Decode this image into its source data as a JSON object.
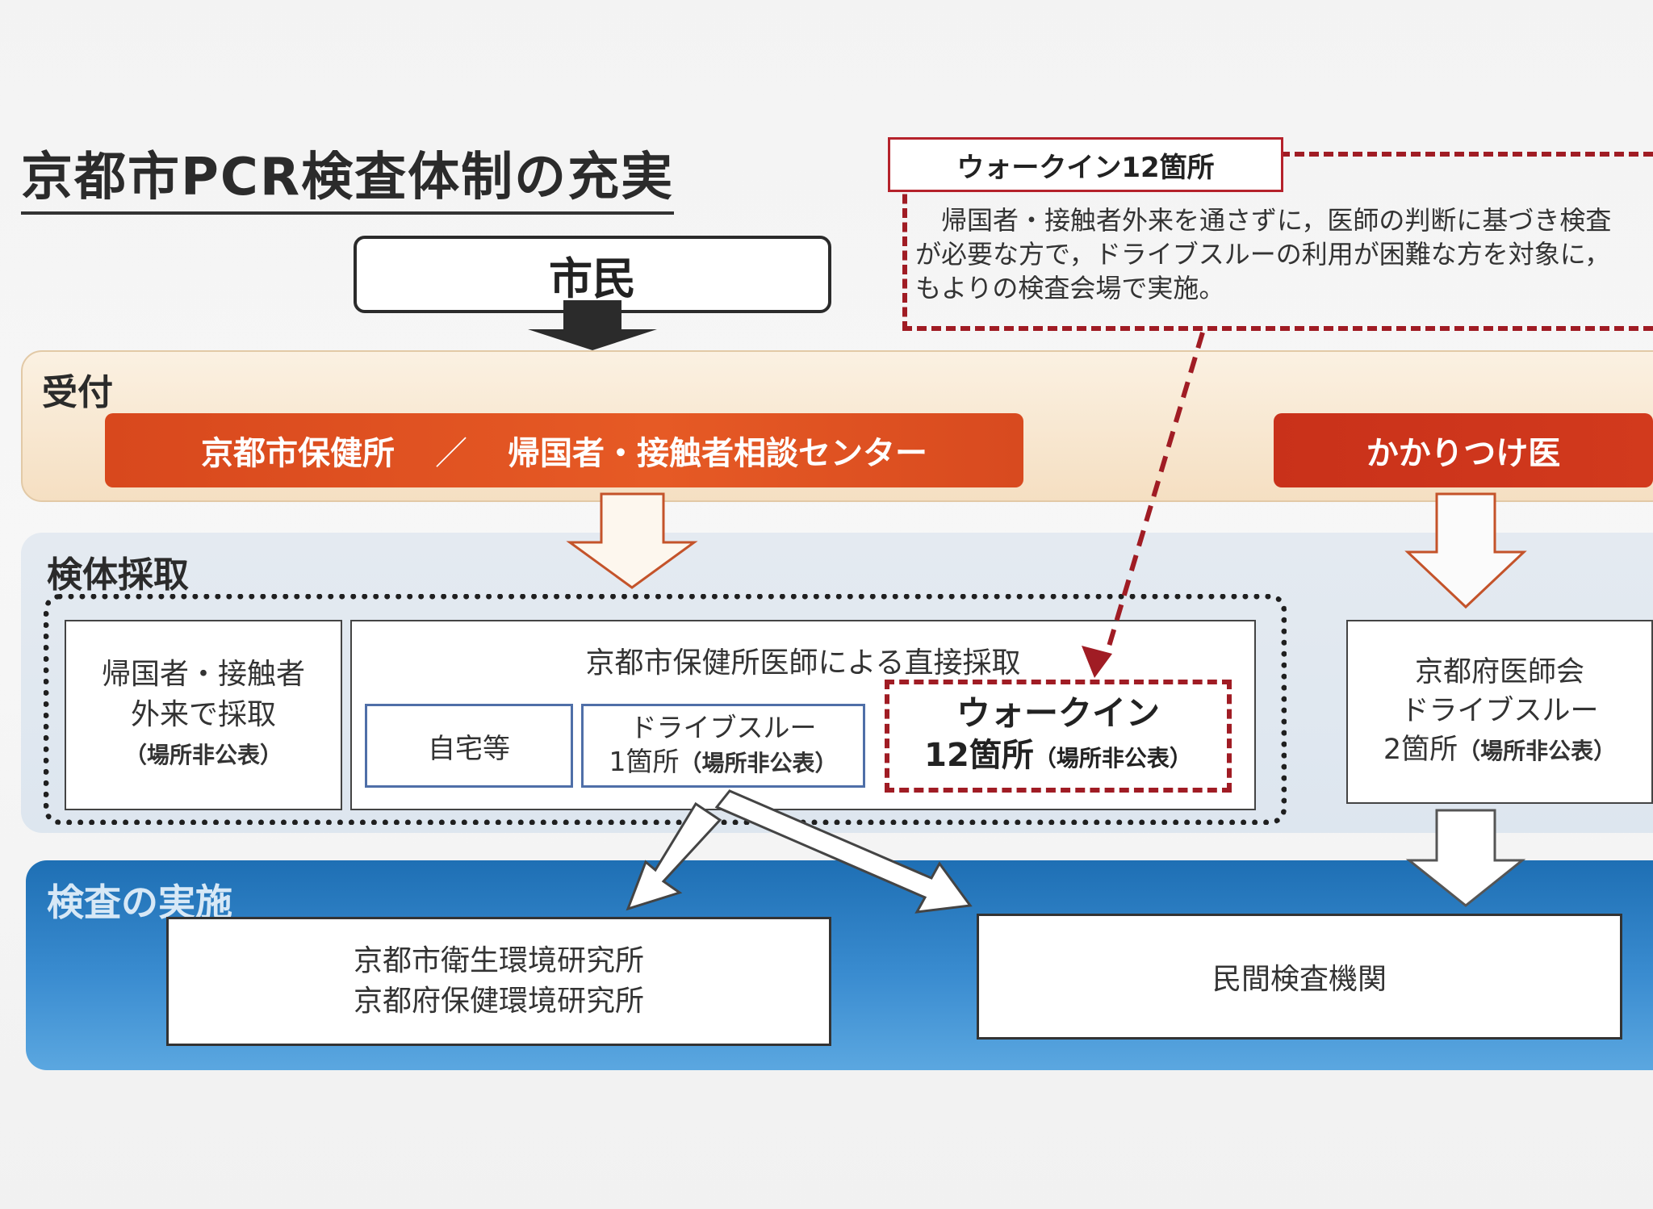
{
  "title": "京都市PCR検査体制の充実",
  "citizen": "市民",
  "walkin_note": {
    "tab": "ウォークイン12箇所",
    "description": "帰国者・接触者外来を通さずに，医師の判断に基づき検査が必要な方で，ドライブスルーの利用が困難な方を対象に，もよりの検査会場で実施。"
  },
  "reception": {
    "label": "受付",
    "center_left": "京都市保健所",
    "separator": "／",
    "center_right": "帰国者・接触者相談センター",
    "family_doctor": "かかりつけ医"
  },
  "collection": {
    "label": "検体採取",
    "outpatient": {
      "line1": "帰国者・接触者",
      "line2": "外来で採取",
      "note": "（場所非公表）"
    },
    "direct_title": "京都市保健所医師による直接採取",
    "home": "自宅等",
    "drive": {
      "line1": "ドライブスルー",
      "line2": "1箇所",
      "note": "（場所非公表）"
    },
    "walkin": {
      "line1": "ウォークイン",
      "line2": "12箇所",
      "note": "（場所非公表）"
    },
    "med_assoc": {
      "line1": "京都府医師会",
      "line2": "ドライブスルー",
      "line3": "2箇所",
      "note": "（場所非公表）"
    }
  },
  "testing": {
    "label": "検査の実施",
    "lab_line1": "京都市衛生環境研究所",
    "lab_line2": "京都府保健環境研究所",
    "private": "民間検査機関"
  },
  "colors": {
    "accent_red": "#a01c24",
    "orange_bar": "#e0521f",
    "blue_band": "#2a7cc2"
  }
}
